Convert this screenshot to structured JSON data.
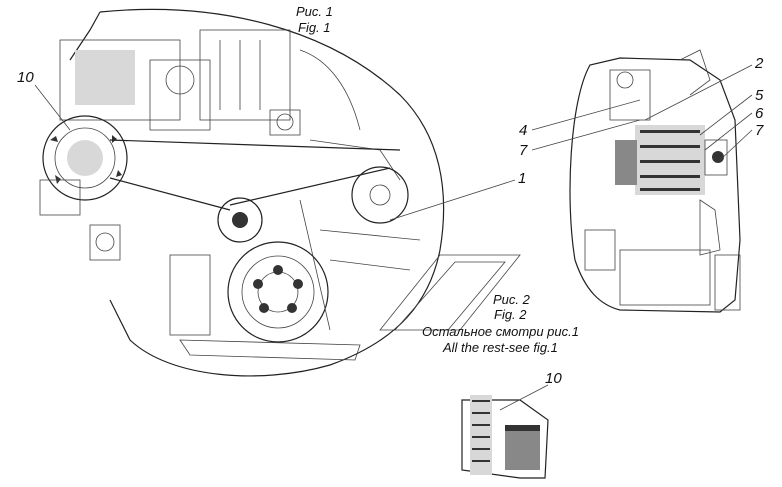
{
  "fig1": {
    "caption_ru": "Рис. 1",
    "caption_en": "Fig. 1"
  },
  "fig2": {
    "caption_ru": "Рис. 2",
    "caption_en": "Fig. 2",
    "note_ru": "Остальное смотри рис.1",
    "note_en": "All the rest-see fig.1"
  },
  "callouts": {
    "c10_main": "10",
    "c1": "1",
    "c4": "4",
    "c7_left": "7",
    "c2": "2",
    "c5": "5",
    "c6": "6",
    "c7_right": "7",
    "c10_detail": "10"
  }
}
